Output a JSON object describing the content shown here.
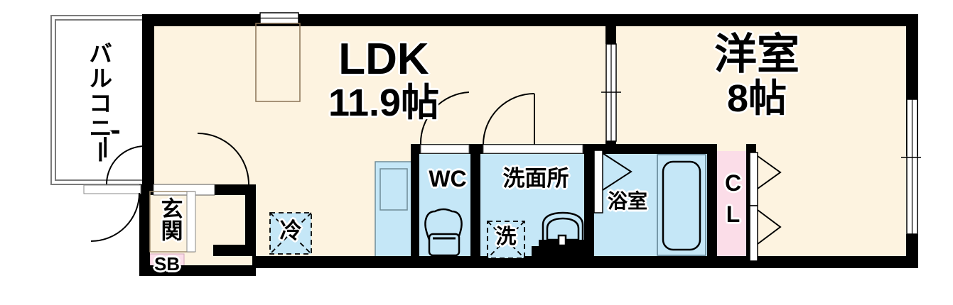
{
  "plan": {
    "title": "間取り図",
    "colors": {
      "wall": "#000000",
      "room_floor": "#fdf3e0",
      "wet_area": "#c5e7f7",
      "closet": "#fbdde8",
      "balcony": "#ffffff",
      "outline": "#7a7a7a",
      "background": "#ffffff"
    },
    "rooms": [
      {
        "id": "ldk",
        "name": "LDK",
        "area_label": "11.9帖",
        "floor": "room_floor"
      },
      {
        "id": "youshitsu",
        "name": "洋室",
        "area_label": "8帖",
        "floor": "room_floor"
      },
      {
        "id": "balcony",
        "name": "バルコニー",
        "area_label": "",
        "floor": "balcony"
      },
      {
        "id": "genkan",
        "name": "玄関",
        "area_label": "",
        "floor": "room_floor"
      },
      {
        "id": "wc",
        "name": "WC",
        "area_label": "",
        "floor": "wet_area"
      },
      {
        "id": "senmenjo",
        "name": "洗面所",
        "area_label": "",
        "floor": "wet_area"
      },
      {
        "id": "yokushitsu",
        "name": "浴室",
        "area_label": "",
        "floor": "wet_area"
      },
      {
        "id": "closet",
        "name": "CL",
        "area_label": "",
        "floor": "closet"
      },
      {
        "id": "shoebox",
        "name": "SB",
        "area_label": "",
        "floor": "closet"
      }
    ],
    "fixtures": [
      {
        "id": "fridge",
        "name": "冷",
        "style": "dashed-box",
        "area": "ldk"
      },
      {
        "id": "washer",
        "name": "洗",
        "style": "dashed-box",
        "area": "senmenjo"
      },
      {
        "id": "toilet",
        "name": "",
        "style": "toilet",
        "area": "wc"
      },
      {
        "id": "vanity",
        "name": "",
        "style": "sink",
        "area": "senmenjo"
      },
      {
        "id": "bathtub",
        "name": "",
        "style": "tub",
        "area": "yokushitsu"
      },
      {
        "id": "kitchen",
        "name": "",
        "style": "counter",
        "area": "ldk"
      }
    ],
    "labels": {
      "ldk_name": "LDK",
      "ldk_area": "11.9帖",
      "youshitsu_name": "洋室",
      "youshitsu_area": "8帖",
      "balcony": "バルコニー",
      "genkan": "玄関",
      "shoebox": "SB",
      "wc": "WC",
      "senmenjo": "洗面所",
      "yokushitsu": "浴室",
      "closet_c": "C",
      "closet_l": "L",
      "fridge": "冷",
      "washer": "洗"
    }
  }
}
